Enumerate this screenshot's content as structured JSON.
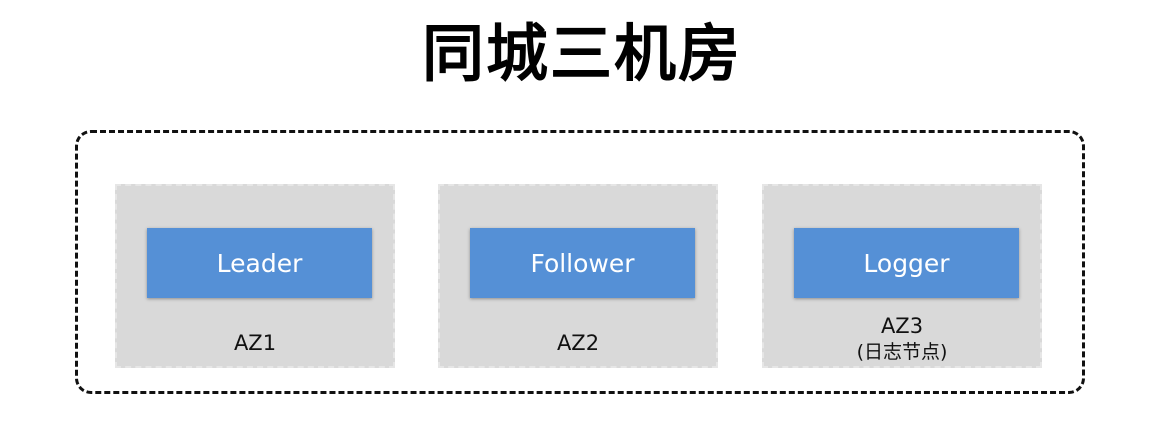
{
  "title": "同城三机房",
  "colors": {
    "node_fill": "#5590d6",
    "az_fill": "#d9d9d9",
    "region_border": "#111111"
  },
  "zones": [
    {
      "node": "Leader",
      "label": "AZ1",
      "sublabel": ""
    },
    {
      "node": "Follower",
      "label": "AZ2",
      "sublabel": ""
    },
    {
      "node": "Logger",
      "label": "AZ3",
      "sublabel": "(日志节点)"
    }
  ]
}
